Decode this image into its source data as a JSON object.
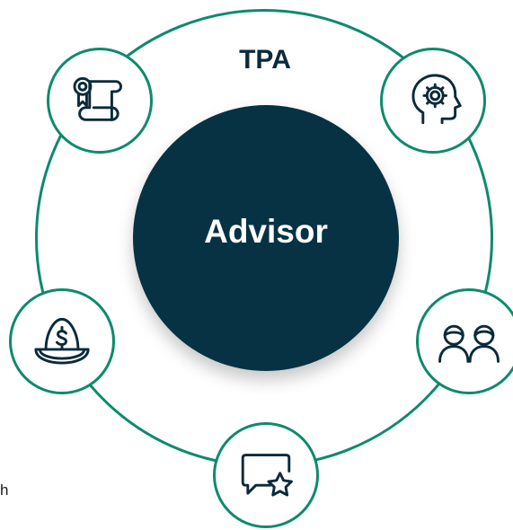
{
  "diagram": {
    "center_label": "Advisor",
    "ring_label": "TPA",
    "stray_text": "h",
    "nodes": [
      {
        "icon": "certificate-scroll-icon"
      },
      {
        "icon": "head-gear-icon"
      },
      {
        "icon": "money-egg-nest-icon"
      },
      {
        "icon": "two-people-icon"
      },
      {
        "icon": "chat-star-icon"
      }
    ],
    "colors": {
      "ring": "#0e8a6d",
      "center_fill": "#063244",
      "text_dark": "#0b2a3b",
      "icon_stroke": "#0b2a3b"
    }
  }
}
